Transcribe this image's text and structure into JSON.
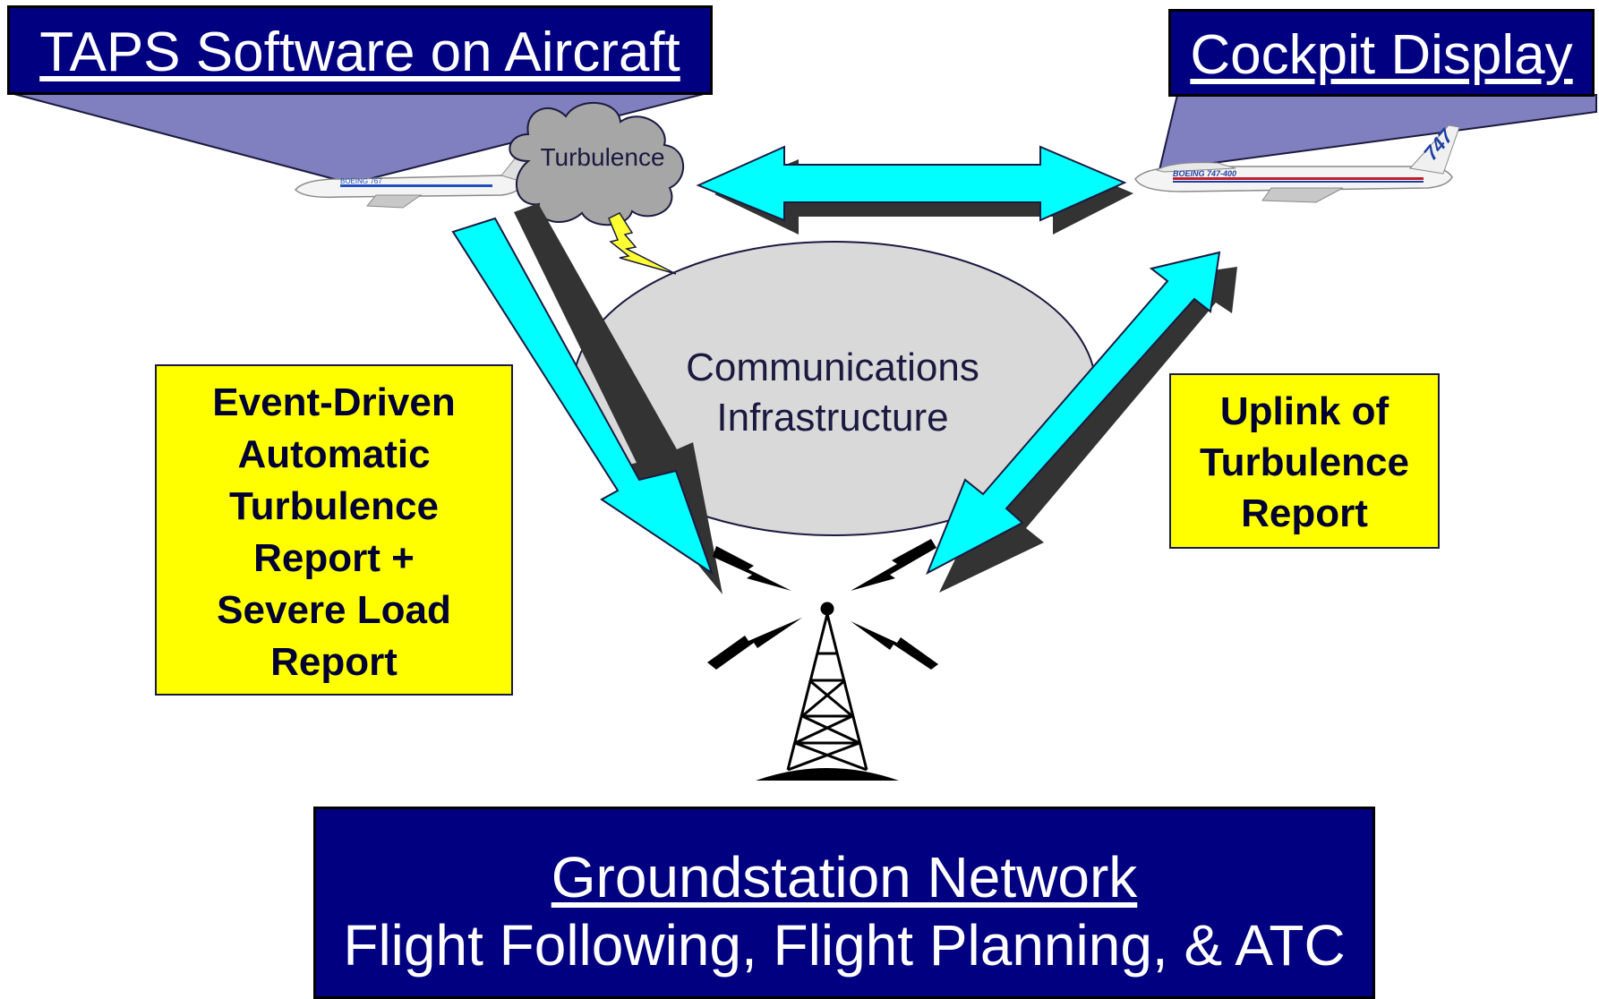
{
  "banners": {
    "taps": "TAPS Software on Aircraft",
    "cockpit": "Cockpit Display",
    "ground_title": "Groundstation Network",
    "ground_subtitle": "Flight Following, Flight Planning, & ATC"
  },
  "cloud_label": "Turbulence",
  "center_label": [
    "Communications",
    "Infrastructure"
  ],
  "notes": {
    "event_report": [
      "Event-Driven",
      "Automatic",
      "Turbulence",
      "Report +",
      "Severe Load",
      "Report"
    ],
    "uplink": [
      "Uplink of",
      "Turbulence",
      "Report"
    ]
  },
  "aircraft_markings": {
    "left_plane": "BOEING 767",
    "right_plane_tail": "747",
    "right_plane_body": "BOEING 747-400"
  },
  "colors": {
    "banner_fill": "#000080",
    "note_fill": "#ffff00",
    "arrow_fill": "#00ffff",
    "callout_fill": "#8080c0",
    "cloud_fill": "#a6a6a6",
    "ellipse_fill": "#d9d9d9"
  }
}
